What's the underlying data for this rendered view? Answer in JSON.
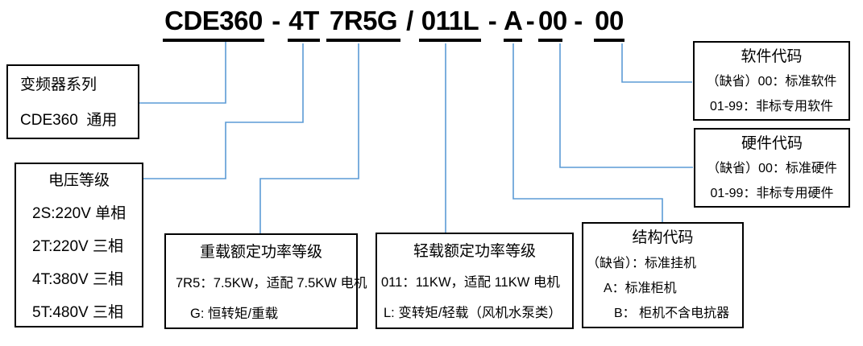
{
  "diagram_title": {
    "full": "CDE360 - 4T 7R5G / 011L - A - 00 - 00",
    "segments": [
      {
        "text": "CDE360",
        "underlined": true
      },
      {
        "text": "-",
        "underlined": false
      },
      {
        "text": "4T",
        "underlined": true
      },
      {
        "text": " ",
        "underlined": false
      },
      {
        "text": "7R5G",
        "underlined": true
      },
      {
        "text": "/",
        "underlined": false
      },
      {
        "text": "011L",
        "underlined": true
      },
      {
        "text": "-",
        "underlined": false
      },
      {
        "text": "A",
        "underlined": true
      },
      {
        "text": "-",
        "underlined": false
      },
      {
        "text": "00",
        "underlined": true
      },
      {
        "text": "-",
        "underlined": false
      },
      {
        "text": "00",
        "underlined": true
      }
    ]
  },
  "boxes": {
    "series": {
      "title": "变频器系列",
      "lines": [
        "CDE360  通用"
      ]
    },
    "voltage": {
      "title": "电压等级",
      "lines": [
        "2S:220V 单相",
        "2T:220V 三相",
        "4T:380V 三相",
        "5T:480V 三相"
      ]
    },
    "heavy_power": {
      "title": "重载额定功率等级",
      "lines": [
        "7R5：7.5KW，适配 7.5KW 电机",
        "G: 恒转矩/重载"
      ]
    },
    "light_power": {
      "title": "轻载额定功率等级",
      "lines": [
        "011：11KW，适配 11KW 电机",
        "L: 变转矩/轻载（风机水泵类）"
      ]
    },
    "structure": {
      "title": "结构代码",
      "lines": [
        "（缺省）：标准挂机",
        "A：标准柜机",
        "B： 柜机不含电抗器"
      ]
    },
    "software": {
      "title": "软件代码",
      "lines": [
        "（缺省）00：标准软件",
        "01-99：非标专用软件"
      ]
    },
    "hardware": {
      "title": "硬件代码",
      "lines": [
        "（缺省）00：标准硬件",
        "01-99：非标专用硬件"
      ]
    }
  },
  "colors": {
    "connector_line": "#5B9BD5",
    "box_border": "#000000",
    "underline": "#000000",
    "text": "#000000",
    "background": "#FFFFFF"
  }
}
